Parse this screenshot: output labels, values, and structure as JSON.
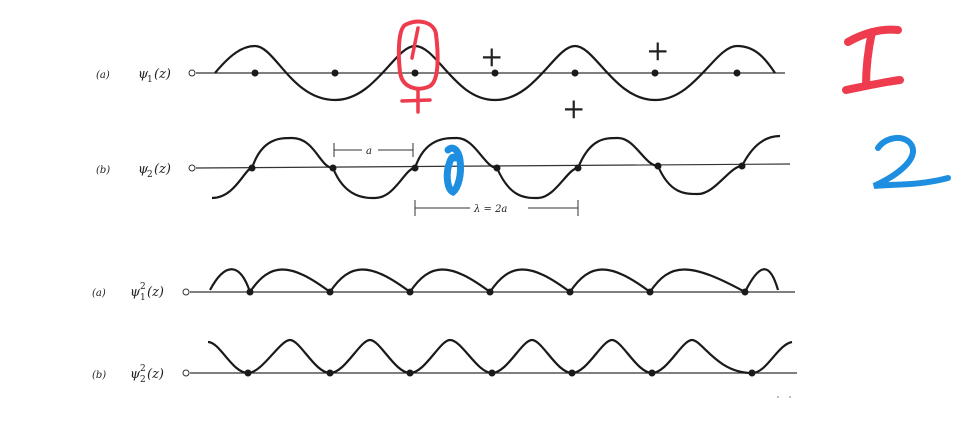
{
  "rows": [
    {
      "id": "r1",
      "tag": "(a)",
      "fn": "ψ",
      "sub": "1",
      "sup": "",
      "arg": "(z)"
    },
    {
      "id": "r2",
      "tag": "(b)",
      "fn": "ψ",
      "sub": "2",
      "sup": "",
      "arg": "(z)"
    },
    {
      "id": "r3",
      "tag": "(a)",
      "fn": "ψ",
      "sub": "1",
      "sup": "2",
      "arg": "(z)"
    },
    {
      "id": "r4",
      "tag": "(b)",
      "fn": "ψ",
      "sub": "2",
      "sup": "2",
      "arg": "(z)"
    }
  ],
  "annotations": {
    "spacing_label": "a",
    "wavelength_label": "λ = 2a"
  },
  "handwriting": {
    "plus_marks": [
      "+",
      "+",
      "+",
      "+"
    ],
    "number_one": "1",
    "number_two": "2",
    "ink_red": "#ee3b4e",
    "ink_blue": "#1e8fe0"
  },
  "colors": {
    "curve": "#1a1a1a",
    "axis": "#333333",
    "dot": "#1a1a1a"
  }
}
